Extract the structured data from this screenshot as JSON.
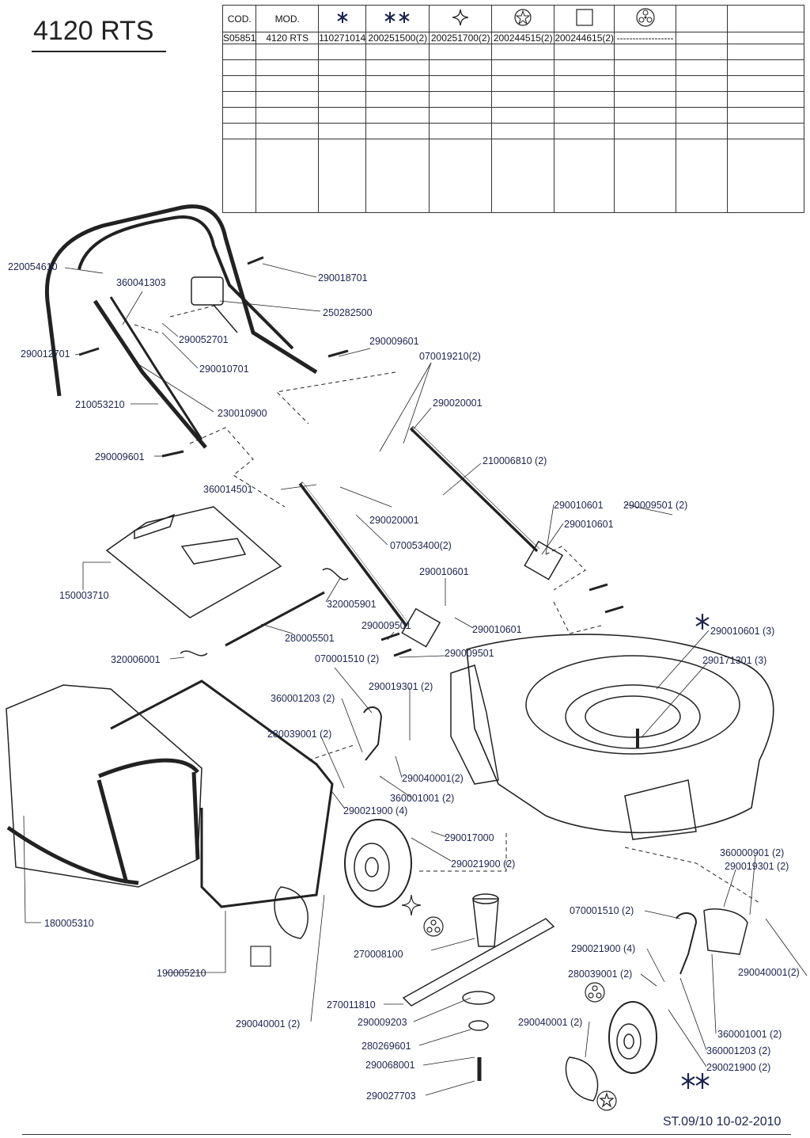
{
  "title": "4120 RTS",
  "table": {
    "headers": {
      "cod": "COD.",
      "mod": "MOD."
    },
    "row": {
      "cod": "S05851",
      "mod": "4120 RTS",
      "c1": "110271014",
      "c2": "200251500(2)",
      "c3": "200251700(2)",
      "c4": "200244515(2)",
      "c5": "200244615(2)",
      "c6": "------------------"
    }
  },
  "labels": {
    "l220054610": "220054610",
    "l360041303": "360041303",
    "l290018701": "290018701",
    "l250282500": "250282500",
    "l290052701": "290052701",
    "l290012701": "290012701",
    "l290009601a": "290009601",
    "l070019210": "070019210(2)",
    "l290010701": "290010701",
    "l210053210": "210053210",
    "l230010900": "230010900",
    "l290020001a": "290020001",
    "l290009601b": "290009601",
    "l210006810": "210006810 (2)",
    "l360014501": "360014501",
    "l290010601a": "290010601",
    "l290009501a": "290009501 (2)",
    "l290020001b": "290020001",
    "l290010601b": "290010601",
    "l070053400": "070053400(2)",
    "l150003710": "150003710",
    "l290010601c": "290010601",
    "l320005901": "320005901",
    "l290009501b": "290009501",
    "l290010601d": "290010601",
    "l280005501": "280005501",
    "l290010601e": "290010601 (3)",
    "l320006001": "320006001",
    "l070001510a": "070001510 (2)",
    "l290009501c": "290009501",
    "l290171301": "290171301 (3)",
    "l290019301a": "290019301 (2)",
    "l360001203a": "360001203 (2)",
    "l280039001a": "280039001 (2)",
    "l290040001a": "290040001(2)",
    "l360001001a": "360001001 (2)",
    "l290021900a": "290021900 (4)",
    "l290017000": "290017000",
    "l290021900b": "290021900 (2)",
    "l180005310": "180005310",
    "l360000901": "360000901 (2)",
    "l290019301b": "290019301 (2)",
    "l070001510b": "070001510 (2)",
    "l270008100": "270008100",
    "l290021900c": "290021900 (4)",
    "l190005210": "190005210",
    "l280039001b": "280039001 (2)",
    "l290040001b": "290040001(2)",
    "l270011810": "270011810",
    "l290009203": "290009203",
    "l290040001c": "290040001 (2)",
    "l290040001d": "290040001 (2)",
    "l280269601": "280269601",
    "l360001001b": "360001001 (2)",
    "l360001203b": "360001203 (2)",
    "l290068001": "290068001",
    "l290021900d": "290021900 (2)",
    "l290027703": "290027703"
  },
  "footer": "ST.09/10  10-02-2010"
}
